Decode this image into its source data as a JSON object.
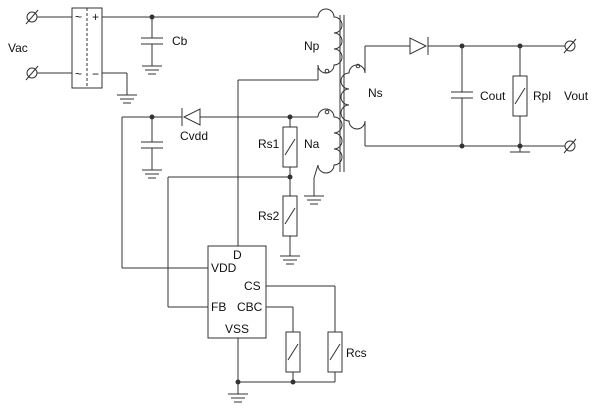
{
  "labels": {
    "vac": "Vac",
    "cb": "Cb",
    "np": "Np",
    "ns": "Ns",
    "na": "Na",
    "cout": "Cout",
    "rpl": "Rpl",
    "vout": "Vout",
    "cvdd": "Cvdd",
    "rs1": "Rs1",
    "rs2": "Rs2",
    "rcs": "Rcs"
  },
  "rectifier": {
    "ac_top": "~",
    "ac_bottom": "~",
    "plus": "+",
    "minus": "−"
  },
  "ic": {
    "pin_d": "D",
    "pin_vdd": "VDD",
    "pin_cs": "CS",
    "pin_fb": "FB",
    "pin_cbc": "CBC",
    "pin_vss": "VSS"
  }
}
